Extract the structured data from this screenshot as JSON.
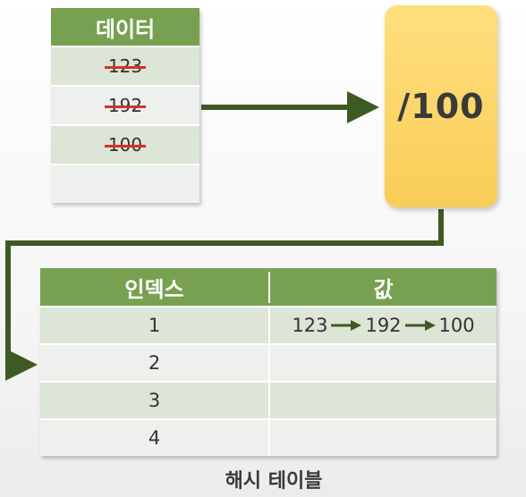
{
  "data_table": {
    "header": "데이터",
    "rows": [
      "123",
      "192",
      "100",
      ""
    ]
  },
  "hash_function": {
    "label": "/100"
  },
  "hash_table": {
    "headers": {
      "index": "인덱스",
      "value": "값"
    },
    "rows": [
      {
        "index": "1",
        "chain": [
          "123",
          "192",
          "100"
        ]
      },
      {
        "index": "2",
        "chain": []
      },
      {
        "index": "3",
        "chain": []
      },
      {
        "index": "4",
        "chain": []
      }
    ],
    "caption": "해시 테이블"
  },
  "colors": {
    "header_green": "#77a150",
    "arrow_green": "#3e5a23",
    "strike_red": "#d2332b",
    "hash_box_yellow": "#f9cd57",
    "row_light": "#edf0ec",
    "row_dark": "#dde5d6"
  }
}
